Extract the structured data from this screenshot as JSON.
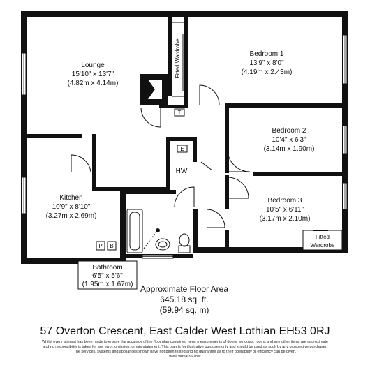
{
  "rooms": {
    "lounge": {
      "name": "Lounge",
      "imperial": "15'10\" x 13'7\"",
      "metric": "(4.82m x 4.14m)"
    },
    "bedroom1": {
      "name": "Bedroom 1",
      "imperial": "13'9\" x 8'0\"",
      "metric": "(4.19m x 2.43m)"
    },
    "bedroom2": {
      "name": "Bedroom 2",
      "imperial": "10'4\" x 6'3\"",
      "metric": "(3.14m x 1.90m)"
    },
    "bedroom3": {
      "name": "Bedroom 3",
      "imperial": "10'5\" x 6'11\"",
      "metric": "(3.17m x 2.10m)"
    },
    "kitchen": {
      "name": "Kitchen",
      "imperial": "10'9\" x 8'10\"",
      "metric": "(3.27m x 2.69m)"
    },
    "bathroom": {
      "name": "Bathroom",
      "imperial": "6'5\" x 5'6\"",
      "metric": "(1.95m x 1.67m)"
    }
  },
  "fixtures": {
    "fitted_wardrobe_1": "Fitted Wardrobe",
    "fitted_wardrobe_2_line1": "Fitted",
    "fitted_wardrobe_2_line2": "Wardrobe",
    "hw": "HW",
    "e": "E",
    "t": "T",
    "p": "P",
    "b": "B"
  },
  "floor_area": {
    "title": "Approximate Floor Area",
    "sqft": "645.18 sq. ft.",
    "sqm": "(59.94 sq. m)"
  },
  "address": "57 Overton Crescent, East Calder West Lothian EH53 0RJ",
  "disclaimer": {
    "line1": "Whilst every attempt has been made to ensure the accuracy of the floor plan contained here, measurements of doors, windows, rooms and any other items are approximate",
    "line2": "and no responsibility is taken for any error, omission, or mis-statement. This plan is for illustrative purposes only and should be used as such by any prospective purchaser.",
    "line3": "The services, systems and appliances shown have not been tested and no guarantee as to their operability or efficiency can be given.",
    "line4": "www.virtual360.net"
  },
  "colors": {
    "wall": "#111111",
    "background": "#ffffff"
  }
}
